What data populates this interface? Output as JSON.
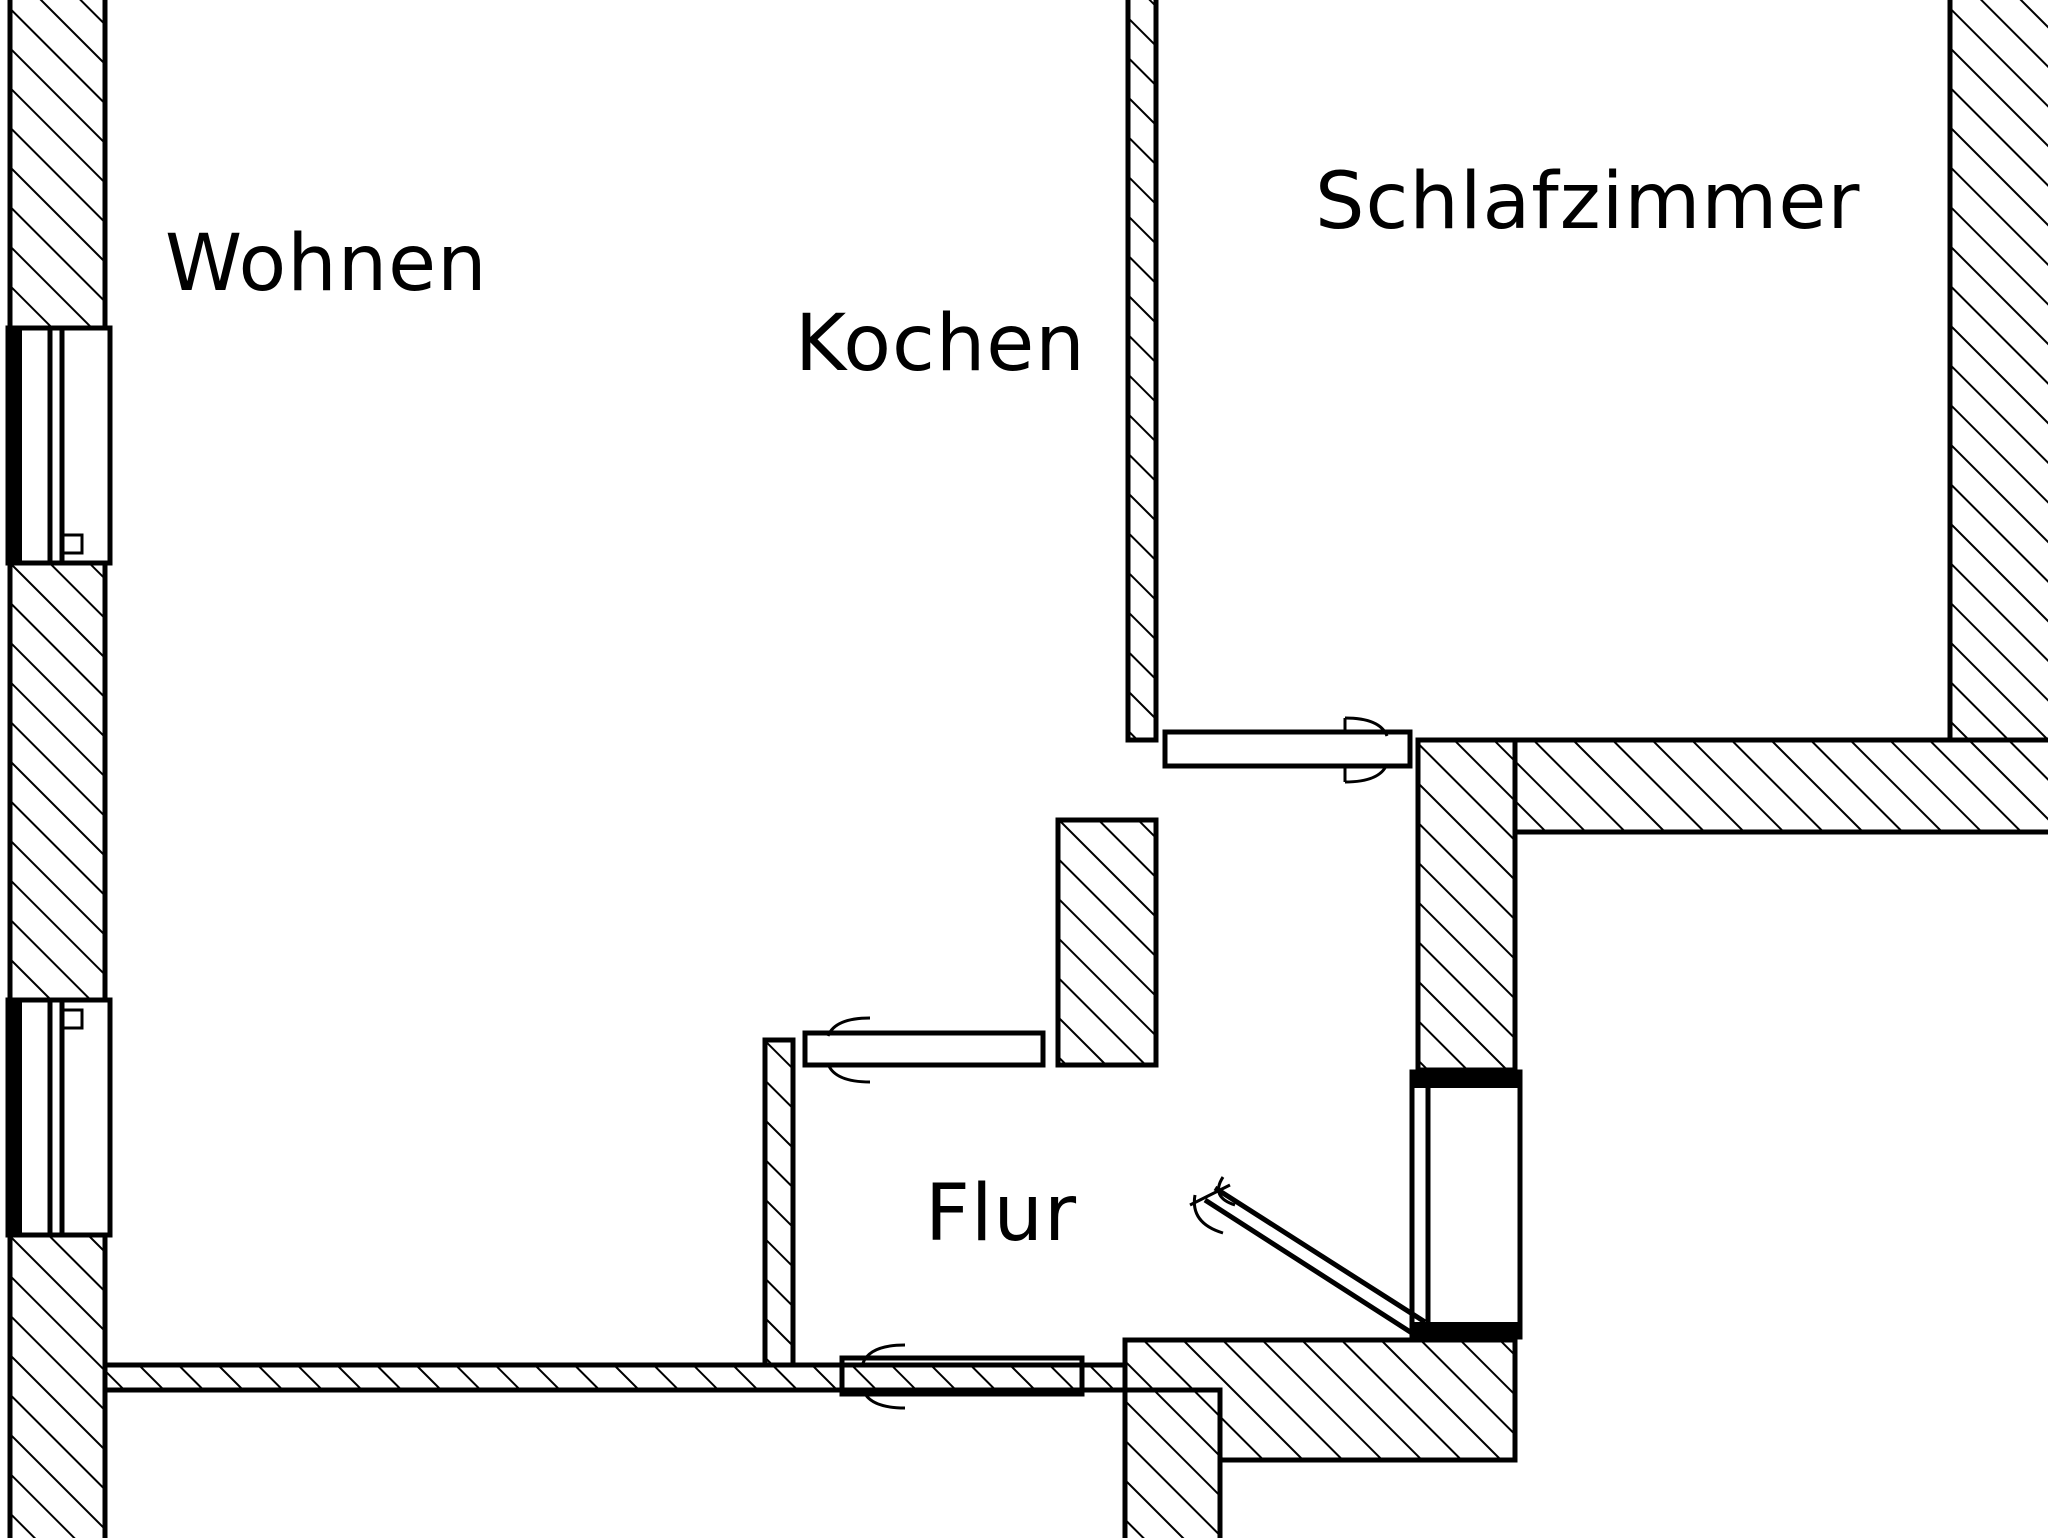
{
  "rooms": {
    "wohnen": "Wohnen",
    "kochen": "Kochen",
    "schlafzimmer": "Schlafzimmer",
    "flur": "Flur"
  },
  "colors": {
    "line": "#000000",
    "background": "#ffffff"
  }
}
